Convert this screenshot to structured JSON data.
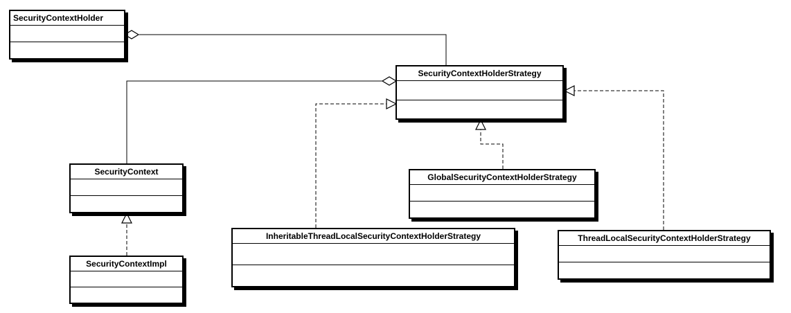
{
  "classes": {
    "security_context_holder": "SecurityContextHolder",
    "security_context_holder_strategy": "SecurityContextHolderStrategy",
    "security_context": "SecurityContext",
    "global_strategy": "GlobalSecurityContextHolderStrategy",
    "inheritable_strategy": "InheritableThreadLocalSecurityContextHolderStrategy",
    "thread_local_strategy": "ThreadLocalSecurityContextHolderStrategy",
    "security_context_impl": "SecurityContextImpl"
  },
  "relationships": [
    {
      "from": "SecurityContextHolder",
      "to": "SecurityContextHolderStrategy",
      "type": "aggregation"
    },
    {
      "from": "SecurityContextHolderStrategy",
      "to": "SecurityContext",
      "type": "aggregation"
    },
    {
      "from": "InheritableThreadLocalSecurityContextHolderStrategy",
      "to": "SecurityContextHolderStrategy",
      "type": "realization"
    },
    {
      "from": "GlobalSecurityContextHolderStrategy",
      "to": "SecurityContextHolderStrategy",
      "type": "realization"
    },
    {
      "from": "ThreadLocalSecurityContextHolderStrategy",
      "to": "SecurityContextHolderStrategy",
      "type": "realization"
    },
    {
      "from": "SecurityContextImpl",
      "to": "SecurityContext",
      "type": "realization"
    }
  ]
}
